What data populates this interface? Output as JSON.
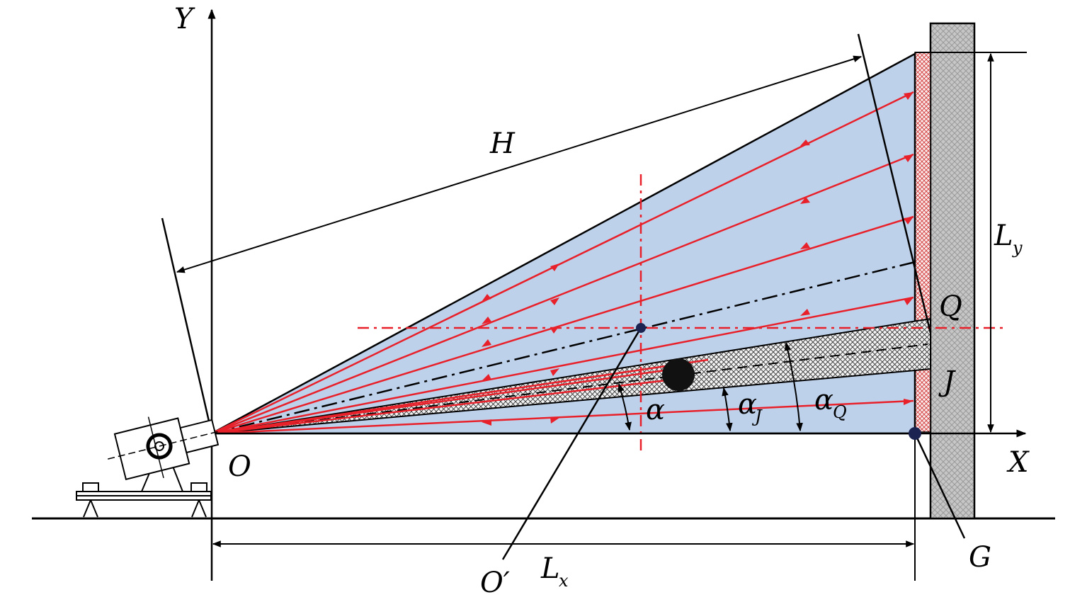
{
  "labels": {
    "y_axis": "Y",
    "x_axis": "X",
    "origin": "O",
    "origin_prime_main": "O",
    "origin_prime_mark": "′",
    "H": "H",
    "Lx_main": "L",
    "Lx_sub": "x",
    "Ly_main": "L",
    "Ly_sub": "y",
    "Q": "Q",
    "J": "J",
    "G": "G",
    "alpha": "α",
    "alphaJ_main": "α",
    "alphaJ_sub": "J",
    "alphaQ_main": "α",
    "alphaQ_sub": "Q"
  },
  "colors": {
    "fan_fill": "#bed1ea",
    "ray": "#e8202a",
    "band_fill": "#f2f2f2",
    "wall": "#c4c4c4",
    "liner": "#d23a3a",
    "point": "#1b2350",
    "line": "#000000"
  }
}
